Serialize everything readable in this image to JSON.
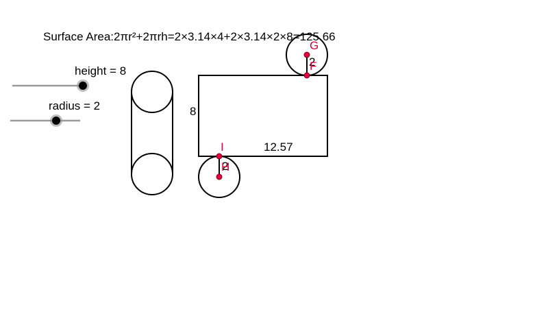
{
  "formula": "Surface Area:2πr²+2πrh=2×3.14×4+2×3.14×2×8=125.66",
  "sliders": [
    {
      "label": "height = 8",
      "value": 8
    },
    {
      "label": "radius = 2",
      "value": 2
    }
  ],
  "net": {
    "height_label": "8",
    "width_label": "12.57",
    "top_radius_label": "2",
    "bottom_radius_label": "2"
  },
  "points": {
    "G": "G",
    "F": "F",
    "I": "I",
    "H": "H"
  },
  "colors": {
    "point": "#e0003c",
    "point_label": "#e0003c",
    "slider_track": "#999999",
    "stroke": "#000000"
  }
}
